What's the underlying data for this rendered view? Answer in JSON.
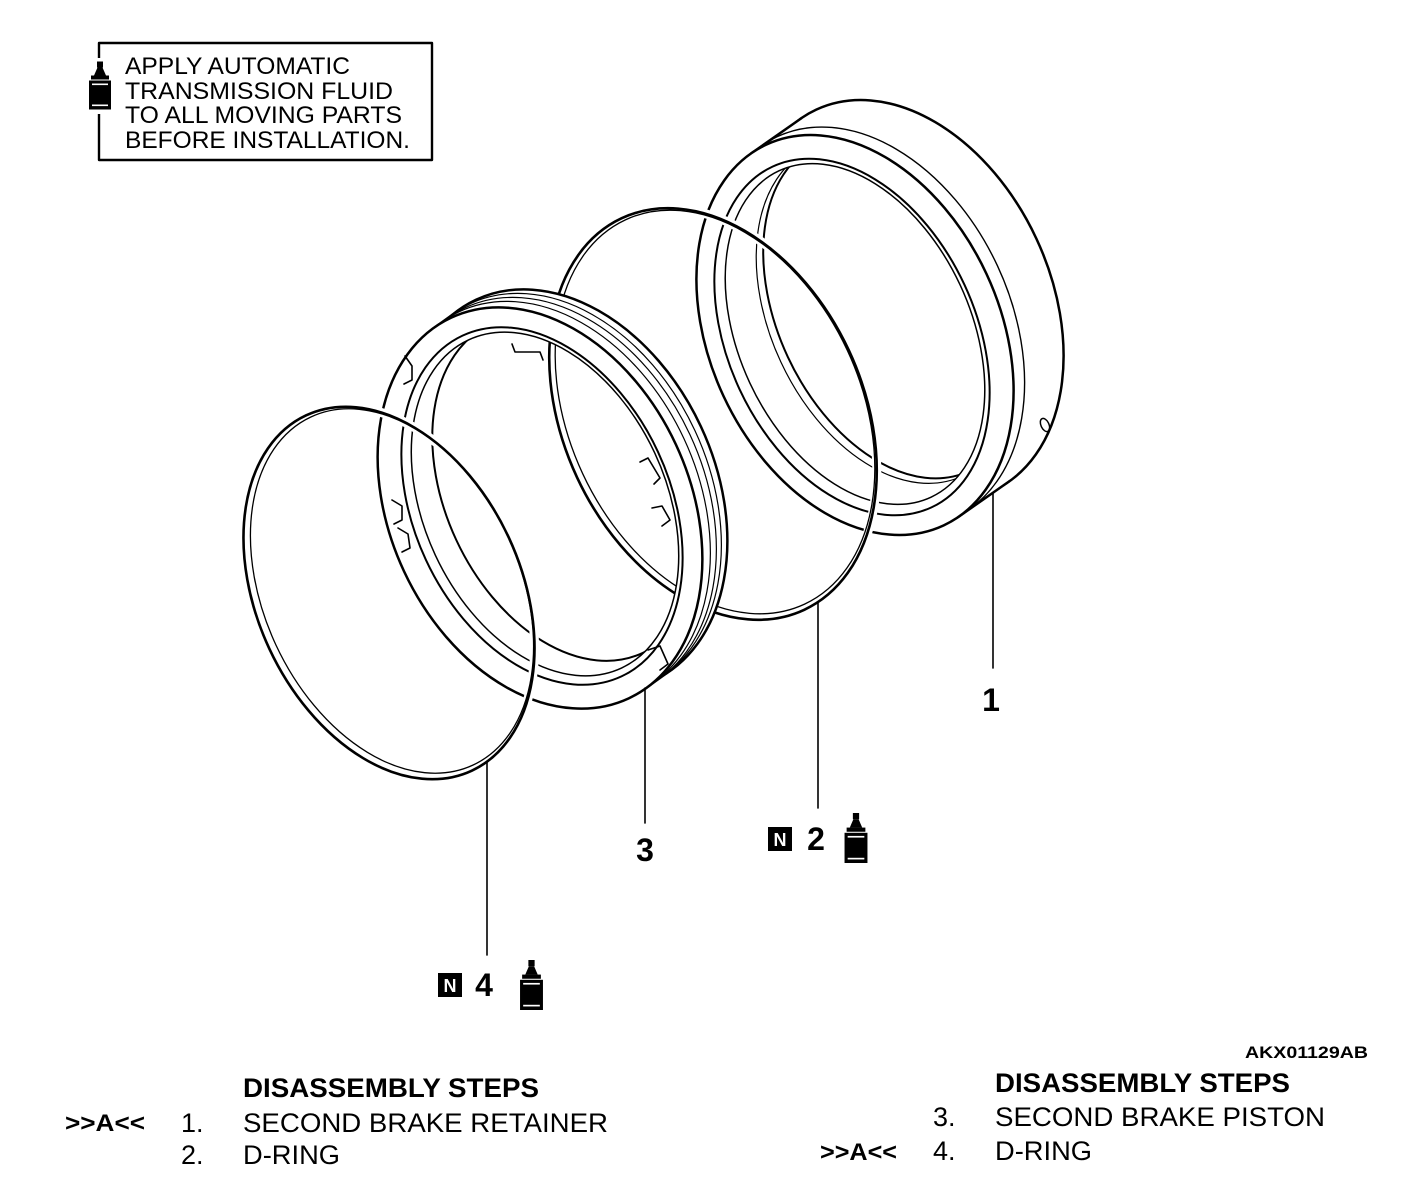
{
  "figure_code": "AKX01129AB",
  "colors": {
    "ink": "#000000",
    "paper": "#ffffff"
  },
  "note": {
    "icon": "oil-can-icon",
    "lines": [
      "APPLY AUTOMATIC",
      "TRANSMISSION FLUID",
      "TO ALL MOVING PARTS",
      "BEFORE INSTALLATION."
    ]
  },
  "callouts": [
    {
      "number": "1"
    },
    {
      "number": "2",
      "badge": "N",
      "icon": "oil-can-icon"
    },
    {
      "number": "3"
    },
    {
      "number": "4",
      "badge": "N",
      "icon": "oil-can-icon"
    }
  ],
  "steps_left": {
    "heading": "DISASSEMBLY STEPS",
    "items": [
      {
        "marker": ">>A<<",
        "num": "1.",
        "text": "SECOND BRAKE RETAINER"
      },
      {
        "num": "2.",
        "text": "D-RING"
      }
    ]
  },
  "steps_right": {
    "heading": "DISASSEMBLY STEPS",
    "items": [
      {
        "num": "3.",
        "text": "SECOND BRAKE PISTON"
      },
      {
        "marker": ">>A<<",
        "num": "4.",
        "text": "D-RING"
      }
    ]
  }
}
